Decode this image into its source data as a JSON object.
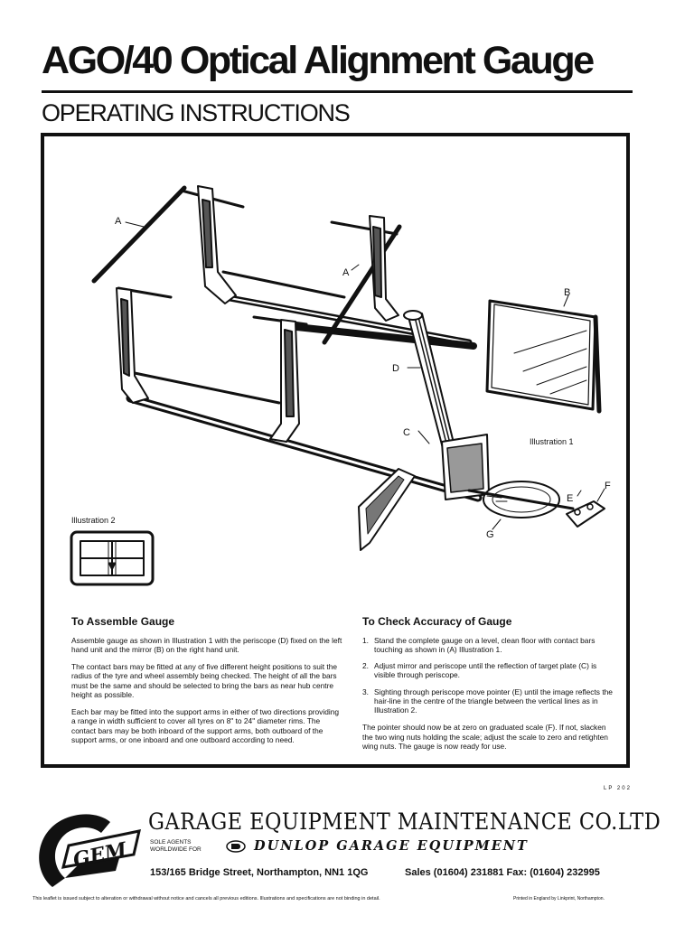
{
  "header": {
    "title": "AGO/40 Optical Alignment Gauge",
    "subtitle": "OPERATING INSTRUCTIONS"
  },
  "illustration": {
    "caption_1": "Illustration 1",
    "caption_2": "Illustration 2",
    "label_a1": "A",
    "label_a2": "A",
    "label_b": "B",
    "label_c": "C",
    "label_d": "D",
    "label_e": "E",
    "label_f": "F",
    "label_g": "G"
  },
  "assemble": {
    "heading": "To Assemble Gauge",
    "p1": "Assemble gauge as shown in Illustration 1 with the periscope (D) fixed on the left hand unit and the mirror (B) on the right hand unit.",
    "p2": "The contact bars may be fitted at any of five different height positions to suit the radius of the tyre and wheel assembly being checked. The height of all the bars must be the same and should be selected to bring the bars as near hub centre height as possible.",
    "p3": "Each bar may be fitted into the support arms in either of two directions providing a range in width sufficient to cover all tyres on 8\" to 24\" diameter rims. The contact bars may be both inboard of the support arms, both outboard of the support arms, or one inboard and one outboard according to need."
  },
  "accuracy": {
    "heading": "To Check Accuracy of Gauge",
    "steps": [
      {
        "num": "1.",
        "text": "Stand the complete gauge on a level, clean floor with contact bars touching as shown in (A) Illustration 1."
      },
      {
        "num": "2.",
        "text": "Adjust mirror and periscope until the reflection of target plate (C) is visible through periscope."
      },
      {
        "num": "3.",
        "text": "Sighting through periscope move pointer (E) until the image reflects the hair-line in the centre of the triangle between the vertical lines as in Illustration 2."
      }
    ],
    "closing": "The pointer should now be at zero on graduated scale (F). If not, slacken the two wing nuts holding the scale; adjust the scale to zero and retighten wing nuts. The gauge is now ready for use."
  },
  "footer": {
    "ref": "LP 202",
    "logo_text": "GEM",
    "company": "GARAGE EQUIPMENT MAINTENANCE CO.LTD",
    "sole_agents": "SOLE AGENTS",
    "worldwide": "WORLDWIDE FOR",
    "dunlop": "DUNLOP GARAGE EQUIPMENT",
    "address": "153/165 Bridge Street, Northampton, NN1 1QG",
    "phones": "Sales (01604) 231881  Fax: (01604) 232995",
    "disclaimer": "This leaflet is issued subject to alteration or withdrawal without notice and cancels all previous editions. Illustrations and specifications are not binding in detail.",
    "printed": "Printed in England by Linkprint, Northampton."
  }
}
